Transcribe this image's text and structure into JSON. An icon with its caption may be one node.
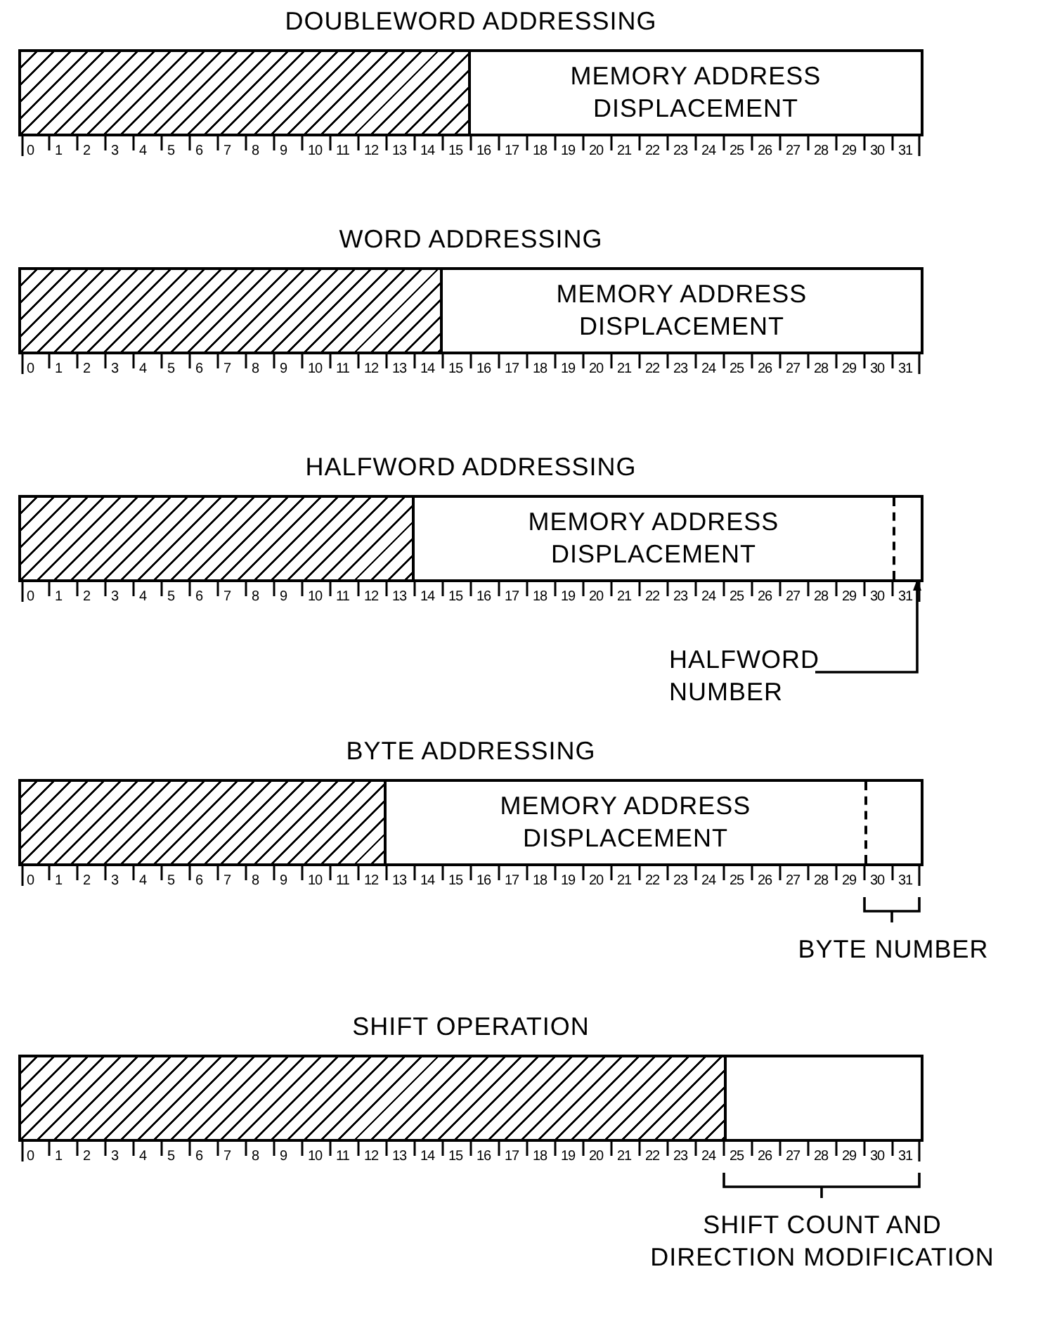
{
  "diagram": {
    "nodes": [
      {
        "text": [
          "DOUBLEWORD ADDRESSING"
        ]
      },
      {
        "text": [],
        "shape": "box",
        "in": 0
      },
      {
        "text": [
          "MEMORY ADDRESS DISPLACEMENT"
        ],
        "in": 0
      },
      {
        "text": [
          "WORD ADDRESSING"
        ]
      },
      {
        "text": [],
        "shape": "box",
        "in": 3
      },
      {
        "text": [
          "MEMORY ADDRESS DISPLACEMENT"
        ],
        "in": 3
      },
      {
        "text": [
          "HALFWORD ADDRESSING"
        ]
      },
      {
        "text": [],
        "shape": "box",
        "in": 6
      },
      {
        "text": [
          "MEMORY ADDRESS DISPLACEMENT"
        ],
        "in": 6
      },
      {
        "text": [],
        "shape": "box",
        "in": 6
      },
      {
        "text": [
          "HALFWORD NUMBER"
        ]
      },
      {
        "text": [
          "BYTE ADDRESSING"
        ]
      },
      {
        "text": [],
        "shape": "box",
        "in": 11
      },
      {
        "text": [
          "MEMORY ADDRESS DISPLACEMENT"
        ],
        "in": 11
      },
      {
        "text": [],
        "shape": "box",
        "in": 11
      },
      {
        "text": [
          "SHIFT OPERATION"
        ]
      },
      {
        "text": [],
        "shape": "box",
        "in": 15
      },
      {
        "text": [],
        "shape": "box",
        "in": 15
      }
    ],
    "edges": [
      {
        "from": 10,
        "to": 9,
        "arrow": "to"
      }
    ],
    "labels": [
      "0",
      "1",
      "2",
      "3",
      "4",
      "5",
      "6",
      "7",
      "8",
      "9",
      "10",
      "11",
      "12",
      "13",
      "14",
      "15",
      "16",
      "17",
      "18",
      "19",
      "20",
      "21",
      "22",
      "23",
      "24",
      "25",
      "26",
      "27",
      "28",
      "29",
      "30",
      "31",
      "0",
      "1",
      "2",
      "3",
      "4",
      "5",
      "6",
      "7",
      "8",
      "9",
      "10",
      "11",
      "12",
      "13",
      "14",
      "15",
      "16",
      "17",
      "18",
      "19",
      "20",
      "21",
      "22",
      "23",
      "24",
      "25",
      "26",
      "27",
      "28",
      "29",
      "30",
      "31",
      "0",
      "1",
      "2",
      "3",
      "4",
      "5",
      "6",
      "7",
      "8",
      "9",
      "10",
      "11",
      "12",
      "13",
      "14",
      "15",
      "16",
      "17",
      "18",
      "19",
      "20",
      "21",
      "22",
      "23",
      "24",
      "25",
      "26",
      "27",
      "28",
      "29",
      "30",
      "31",
      "0",
      "1",
      "2",
      "3",
      "4",
      "5",
      "6",
      "7",
      "8",
      "9",
      "10",
      "11",
      "12",
      "13",
      "14",
      "15",
      "16",
      "17",
      "18",
      "19",
      "20",
      "21",
      "22",
      "23",
      "24",
      "25",
      "26",
      "27",
      "28",
      "29",
      "30",
      "31",
      "BYTE NUMBER",
      "0",
      "1",
      "2",
      "3",
      "4",
      "5",
      "6",
      "7",
      "8",
      "9",
      "10",
      "11",
      "12",
      "13",
      "14",
      "15",
      "16",
      "17",
      "18",
      "19",
      "20",
      "21",
      "22",
      "23",
      "24",
      "25",
      "26",
      "27",
      "28",
      "29",
      "30",
      "31",
      "SHIFT COUNT AND DIRECTION MODIFICATION"
    ]
  }
}
